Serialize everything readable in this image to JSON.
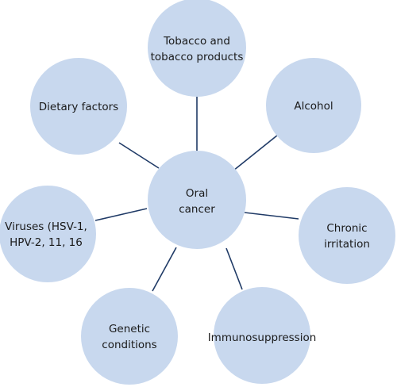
{
  "center": {
    "line1": "Oral",
    "line2": "cancer"
  },
  "nodes": [
    {
      "id": "tobacco",
      "line1": "Tobacco and",
      "line2": "tobacco products"
    },
    {
      "id": "alcohol",
      "line1": "Alcohol",
      "line2": ""
    },
    {
      "id": "chronic-irritation",
      "line1": "Chronic",
      "line2": "irritation"
    },
    {
      "id": "immunosuppression",
      "line1": "Immunosuppression",
      "line2": ""
    },
    {
      "id": "genetic-conditions",
      "line1": "Genetic",
      "line2": "conditions"
    },
    {
      "id": "viruses",
      "line1": "Viruses (HSV-1,",
      "line2": "HPV-2, 11, 16"
    },
    {
      "id": "dietary-factors",
      "line1": "Dietary factors",
      "line2": ""
    }
  ],
  "colors": {
    "node_fill": "#c8d8ee",
    "connector": "#1f3a66",
    "text": "#1a1a1a"
  }
}
